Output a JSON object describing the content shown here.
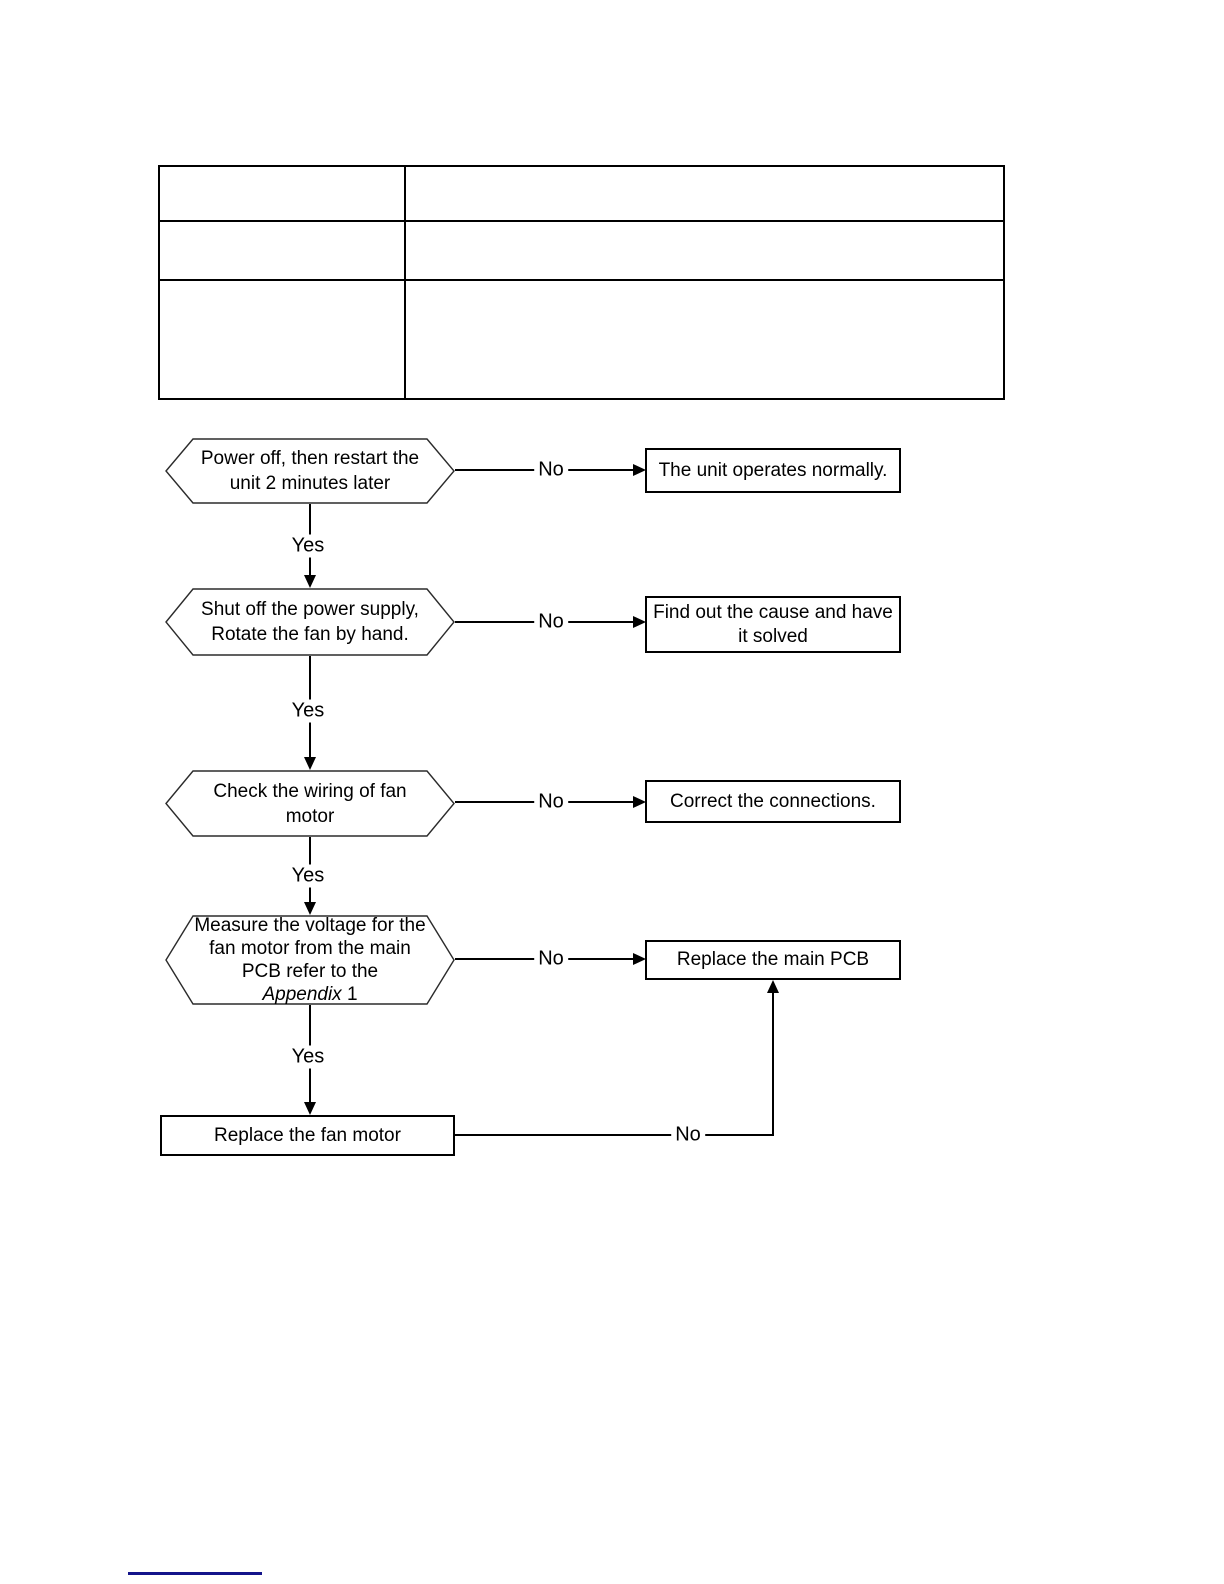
{
  "document": {
    "background": "#ffffff",
    "footer_rule_color": "#14148B"
  },
  "table": {
    "rows": [
      {
        "cells": [
          "",
          ""
        ]
      },
      {
        "cells": [
          "",
          ""
        ]
      },
      {
        "cells": [
          "",
          ""
        ]
      }
    ]
  },
  "flowchart": {
    "yes_label": "Yes",
    "no_label": "No",
    "decisions": [
      {
        "lines": [
          "Power off, then restart the",
          "unit 2 minutes later"
        ]
      },
      {
        "lines": [
          "Shut off the power supply,",
          "Rotate the fan by hand."
        ]
      },
      {
        "lines": [
          "Check the wiring of fan",
          "motor"
        ]
      },
      {
        "lines": [
          "Measure the voltage for the",
          "fan motor from the main",
          "PCB refer to the"
        ],
        "italic_word": "Appendix",
        "after_italic": " 1"
      }
    ],
    "results": [
      {
        "label": "The unit operates normally."
      },
      {
        "label": "Find out the cause and have it solved"
      },
      {
        "label": "Correct the connections."
      },
      {
        "label": "Replace the main PCB"
      }
    ],
    "final_action": {
      "label": "Replace the fan motor"
    }
  }
}
